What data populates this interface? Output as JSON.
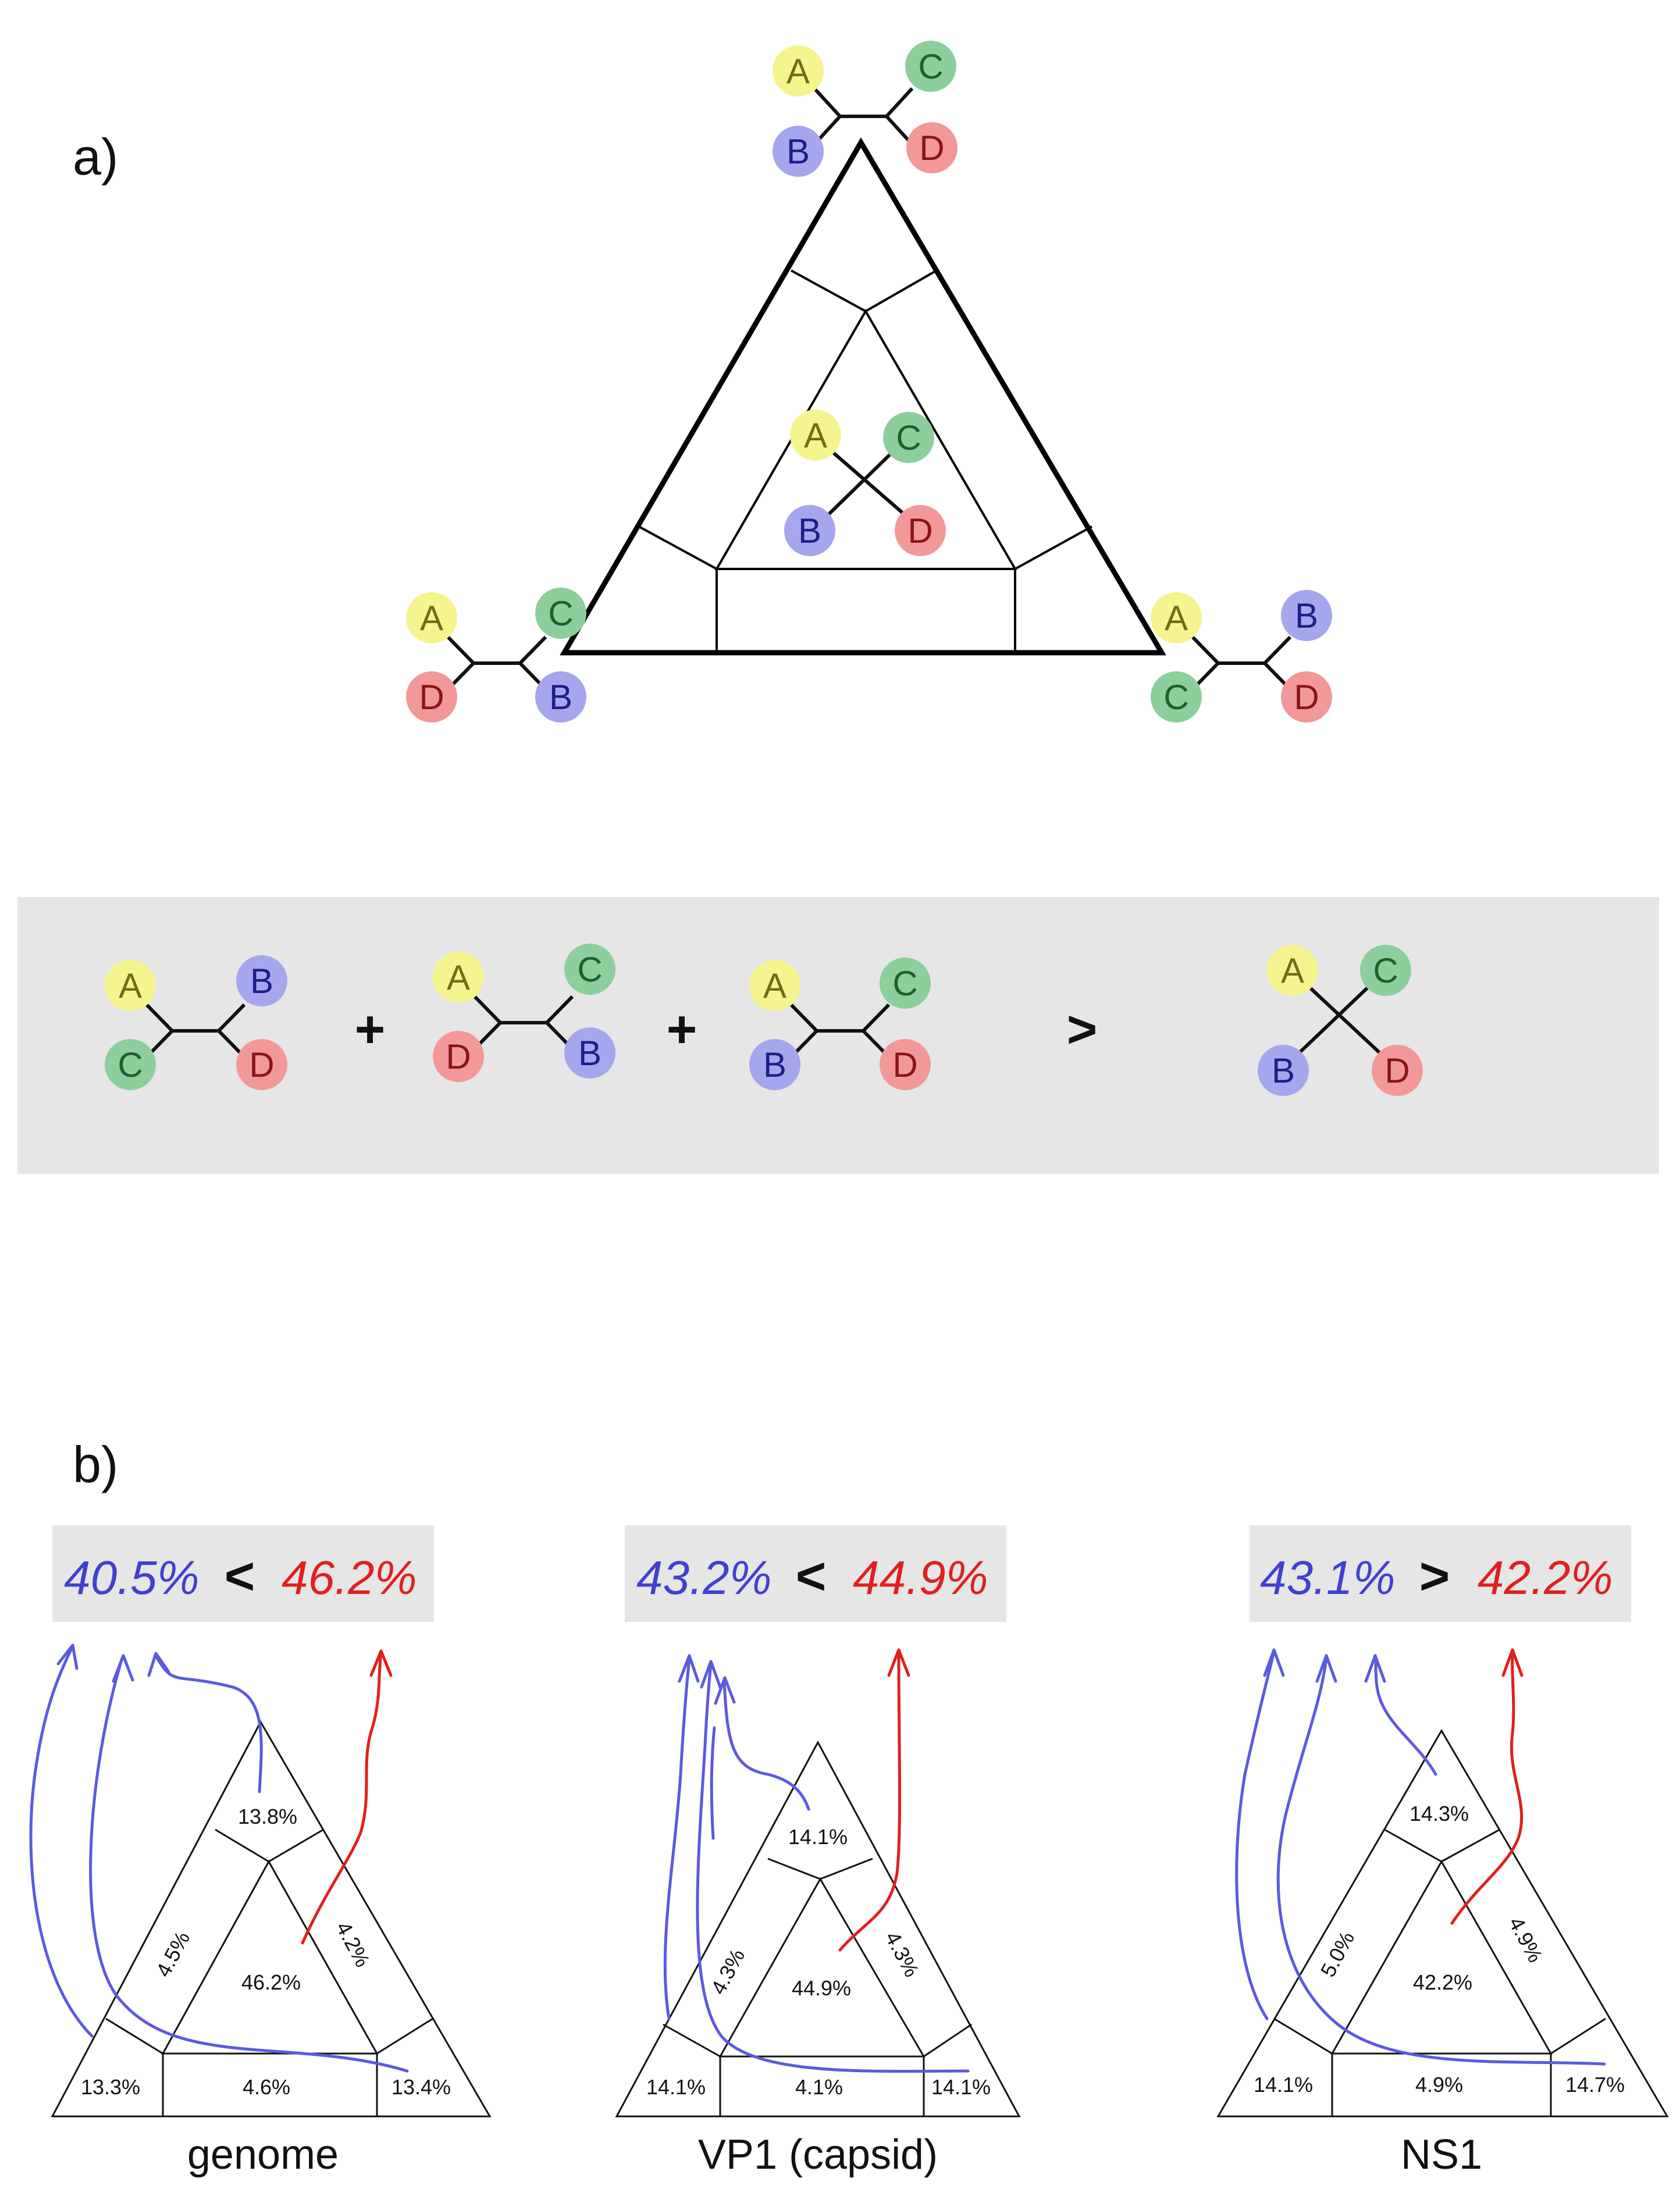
{
  "colors": {
    "A": "#f6f48e",
    "B": "#a6a6ee",
    "C": "#8ccf9c",
    "D": "#f29898",
    "A_text": "#6e6e18",
    "B_text": "#1e1e88",
    "C_text": "#1f5f2f",
    "D_text": "#8a1515",
    "blue": "#4040d0",
    "red": "#e0201e",
    "box_bg": "#e6e6e6"
  },
  "panel_a": {
    "label": "a)",
    "top_tree": {
      "A": "A",
      "B": "B",
      "C": "C",
      "D": "D"
    },
    "center_tree": {
      "A": "A",
      "B": "B",
      "C": "C",
      "D": "D"
    },
    "left_tree": {
      "A": "A",
      "C": "C",
      "D": "D",
      "B": "B"
    },
    "right_tree": {
      "A": "A",
      "B": "B",
      "C": "C",
      "D": "D"
    },
    "equation": {
      "t1": {
        "A": "A",
        "B": "B",
        "C": "C",
        "D": "D"
      },
      "plus1": "+",
      "t2": {
        "A": "A",
        "C": "C",
        "D": "D",
        "B": "B"
      },
      "plus2": "+",
      "t3": {
        "A": "A",
        "C": "C",
        "B": "B",
        "D": "D"
      },
      "gt": ">",
      "t4": {
        "A": "A",
        "C": "C",
        "B": "B",
        "D": "D"
      }
    }
  },
  "panel_b": {
    "label": "b)",
    "maps": [
      {
        "caption": "genome",
        "blue_total": "40.5%",
        "op": "<",
        "red_total": "46.2%",
        "top": "13.8%",
        "left_edge": "4.5%",
        "right_edge": "4.2%",
        "center": "46.2%",
        "bottom_left": "13.3%",
        "bottom_center": "4.6%",
        "bottom_right": "13.4%"
      },
      {
        "caption": "VP1 (capsid)",
        "blue_total": "43.2%",
        "op": "<",
        "red_total": "44.9%",
        "top": "14.1%",
        "left_edge": "4.3%",
        "right_edge": "4.3%",
        "center": "44.9%",
        "bottom_left": "14.1%",
        "bottom_center": "4.1%",
        "bottom_right": "14.1%"
      },
      {
        "caption": "NS1",
        "blue_total": "43.1%",
        "op": ">",
        "red_total": "42.2%",
        "top": "14.3%",
        "left_edge": "5.0%",
        "right_edge": "4.9%",
        "center": "42.2%",
        "bottom_left": "14.1%",
        "bottom_center": "4.9%",
        "bottom_right": "14.7%"
      }
    ]
  }
}
